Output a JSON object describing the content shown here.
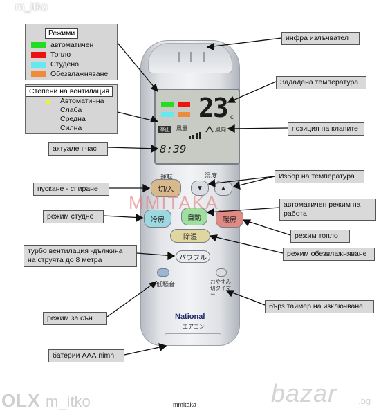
{
  "watermark_top": "m_itko",
  "modes_legend": {
    "title": "Режими",
    "items": [
      {
        "label": "автоматичен",
        "color": "#22dd22"
      },
      {
        "label": "Топло",
        "color": "#ee1111"
      },
      {
        "label": "Студено",
        "color": "#66e8f0"
      },
      {
        "label": "Обезвлажняване",
        "color": "#f08a3c"
      }
    ]
  },
  "fan_legend": {
    "title": "Степени на вентилация",
    "items": [
      "Автоматична",
      "Слаба",
      "Средна",
      "Силна"
    ],
    "auto_color": "#f2ef3a"
  },
  "callouts": {
    "ir_emitter": "инфра излъчвател",
    "set_temp": "Зададена температура",
    "flap_position": "позиция на клапите",
    "current_time": "актуален час",
    "temp_select": "Избор на температура",
    "on_off": "пускане - спиране",
    "auto_mode": "автоматичен режим на работа",
    "cool_mode": "режим студно",
    "heat_mode": "режим топло",
    "dry_mode": "режим обезвлажняване",
    "turbo": "турбо вентилация -дължина на струята до 8 метра",
    "sleep_mode": "режим за сън",
    "off_timer": "бърз таймер на изключване",
    "batteries": "батерии ААА  nimh"
  },
  "remote": {
    "lcd_temp": "23",
    "lcd_unit": "c",
    "lcd_stop": "停止",
    "lcd_fan": "風量",
    "lcd_dir": "風向",
    "lcd_time": "8:39",
    "label_run": "運転",
    "label_temp": "温度",
    "btn_onoff": "切/入",
    "btn_down": "▼",
    "btn_up": "▲",
    "btn_cool": "冷房",
    "btn_auto": "自動",
    "btn_heat": "暖房",
    "btn_dry": "除湿",
    "btn_powerful": "パワフル",
    "label_quiet": "低騒音",
    "label_sleep": "おやすみ\n切タイマー",
    "brand": "National",
    "brand_sub": "エアコン"
  },
  "watermark_center": "MMITAKA",
  "footer": {
    "olx_logo": "OLX",
    "olx_user": "m_itko",
    "caption": "mmitaka",
    "bazar_logo": "bazar",
    "bazar_tld": ".bg"
  }
}
